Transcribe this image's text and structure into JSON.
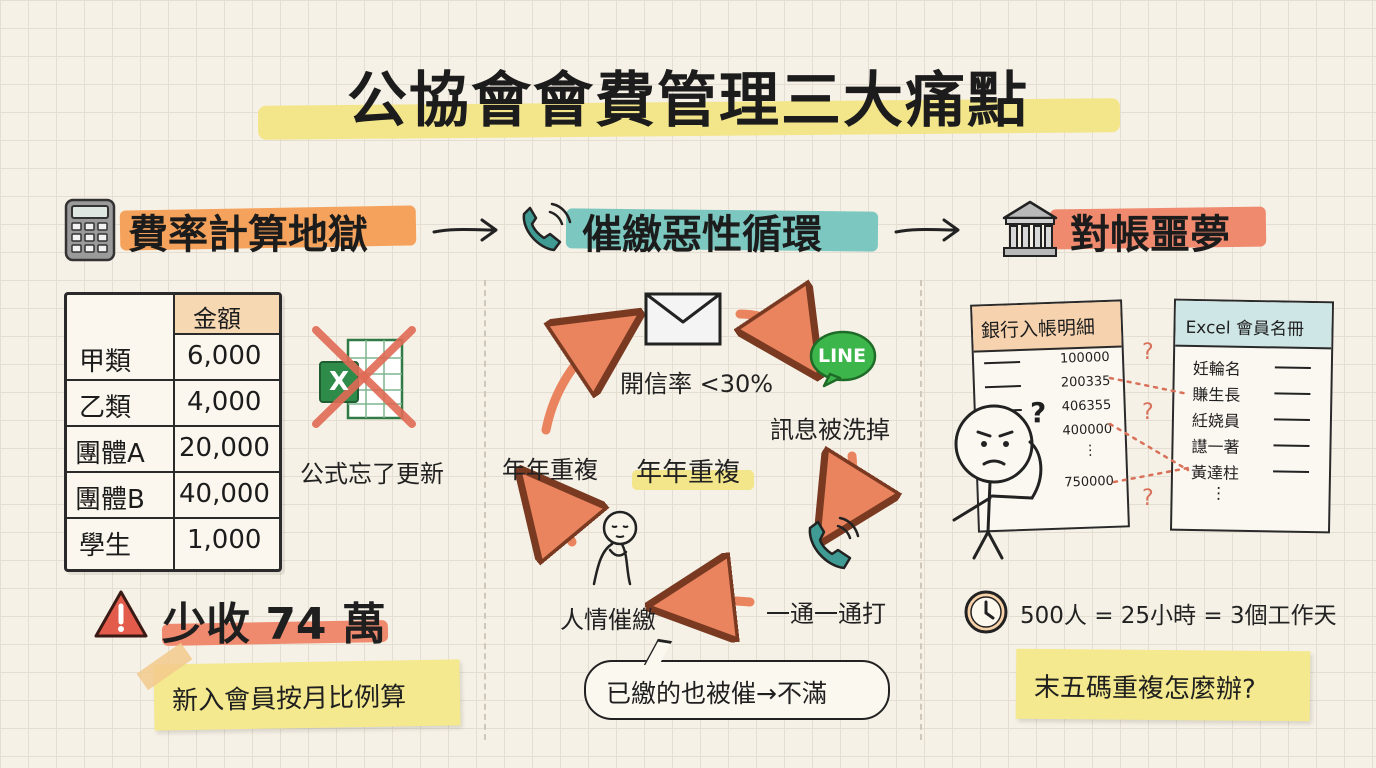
{
  "title": "公協會會費管理三大痛點",
  "sections": [
    {
      "header": "費率計算地獄",
      "icon": "calculator-icon",
      "highlight": "#f5a35c"
    },
    {
      "header": "催繳惡性循環",
      "icon": "phone-icon",
      "highlight": "#7cc8c0"
    },
    {
      "header": "對帳噩夢",
      "icon": "bank-icon",
      "highlight": "#ef8a6f"
    }
  ],
  "fee_table": {
    "header": "金額",
    "rows": [
      {
        "label": "甲類",
        "amount": "6,000"
      },
      {
        "label": "乙類",
        "amount": "4,000"
      },
      {
        "label": "團體A",
        "amount": "20,000"
      },
      {
        "label": "團體B",
        "amount": "40,000"
      },
      {
        "label": "學生",
        "amount": "1,000"
      }
    ]
  },
  "excel_letter": "X",
  "excel_caption": "公式忘了更新",
  "loss_text": "少收 74 萬",
  "proration_note": "新入會員按月比例算",
  "cycle": {
    "open_rate": "開信率 <30%",
    "line_badge": "LINE",
    "washed_out": "訊息被洗掉",
    "repeat_left": "年年重複",
    "repeat_center": "年年重複",
    "call_one_by_one": "一通一通打",
    "human_relations": "人情催繳",
    "complaint": "已繳的也被催→不滿"
  },
  "reconcile": {
    "bank_title": "銀行入帳明細",
    "bank_amounts": [
      "100000",
      "200335",
      "406355",
      "400000",
      "⋮",
      "750000"
    ],
    "excel_title": "Excel 會員名冊",
    "excel_names": [
      "妊輪名",
      "賺生長",
      "紝娆員",
      "譿一著",
      "黃達柱",
      "⋮"
    ],
    "question_mark": "?",
    "time_cost": "500人 = 25小時 = 3個工作天",
    "duplicate_question": "末五碼重複怎麼辦?"
  },
  "colors": {
    "yellow_highlight": "#f3e58a",
    "orange_arrow": "#e9845e",
    "excel_green": "#2e8b4a",
    "line_green": "#3cb54a",
    "red_cross": "#e06a55",
    "teal_phone": "#3f9b93",
    "warning_red": "#e35b4b",
    "table_header_bg": "#f6d8b3",
    "doc_header_bg": "#f6d3ae",
    "excel_header_bg": "#cfe6e6"
  }
}
